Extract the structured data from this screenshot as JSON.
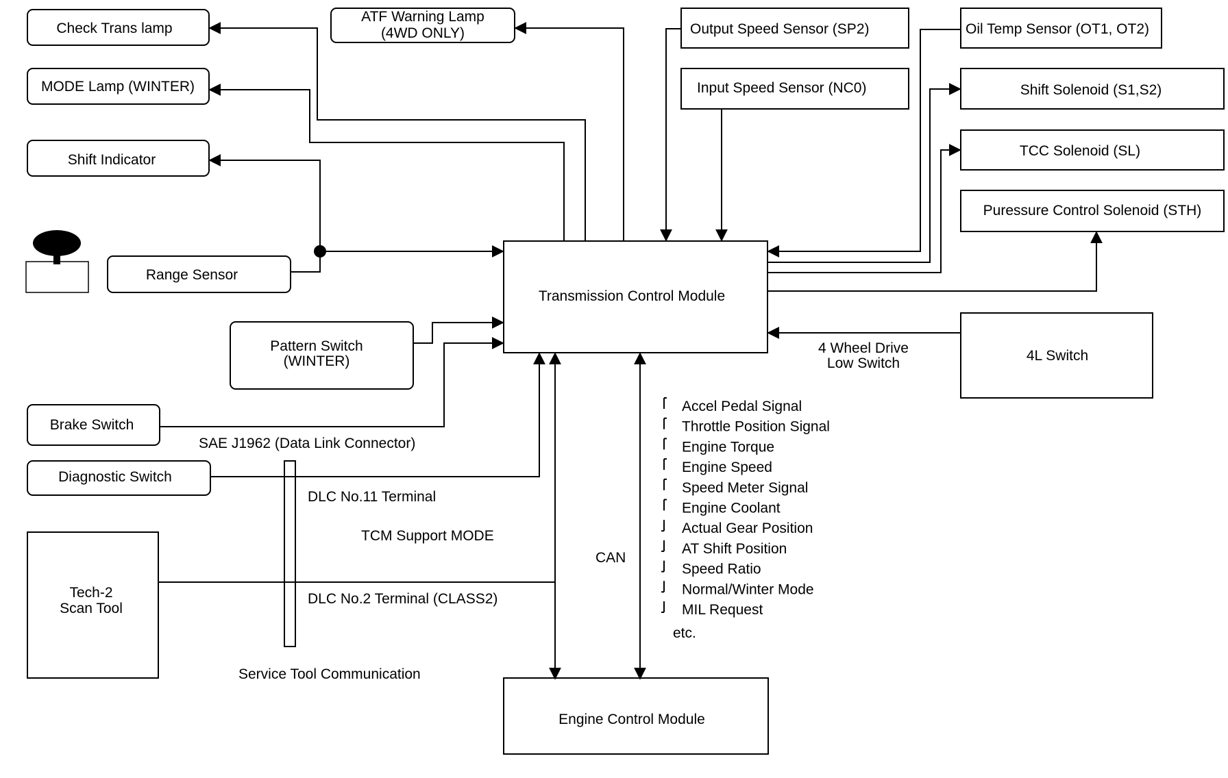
{
  "boxes": {
    "check_trans_lamp": "Check Trans lamp",
    "atf_warning_lamp": [
      "ATF Warning Lamp",
      "(4WD ONLY)"
    ],
    "mode_lamp": "MODE Lamp (WINTER)",
    "shift_indicator": "Shift Indicator",
    "range_sensor": "Range Sensor",
    "pattern_switch": [
      "Pattern Switch",
      "(WINTER)"
    ],
    "brake_switch": "Brake Switch",
    "diagnostic_switch": "Diagnostic Switch",
    "tech2_scan_tool": [
      "Tech-2",
      "Scan Tool"
    ],
    "output_speed_sensor": "Output Speed Sensor (SP2)",
    "input_speed_sensor": "Input Speed Sensor (NC0)",
    "oil_temp_sensor": "Oil Temp Sensor (OT1, OT2)",
    "shift_solenoid": "Shift Solenoid  (S1,S2)",
    "tcc_solenoid": "TCC Solenoid (SL)",
    "pressure_control_solenoid": "Puressure Control Solenoid (STH)",
    "tcm": "Transmission Control Module",
    "four_l_switch": "4L Switch",
    "ecm": "Engine Control Module"
  },
  "labels": {
    "four_wheel_drive": [
      "4 Wheel Drive",
      "Low Switch"
    ],
    "sae_j1962": "SAE J1962 (Data Link Connector)",
    "dlc_11": "DLC No.11 Terminal",
    "tcm_support": "TCM Support MODE",
    "dlc_2": "DLC No.2 Terminal (CLASS2)",
    "service_tool": "Service Tool Communication",
    "can": "CAN"
  },
  "can_signals": [
    {
      "dir": "up",
      "text": "Accel Pedal Signal"
    },
    {
      "dir": "up",
      "text": "Throttle Position Signal"
    },
    {
      "dir": "up",
      "text": "Engine Torque"
    },
    {
      "dir": "up",
      "text": "Engine Speed"
    },
    {
      "dir": "up",
      "text": "Speed Meter Signal"
    },
    {
      "dir": "up",
      "text": "Engine Coolant"
    },
    {
      "dir": "down",
      "text": "Actual Gear Position"
    },
    {
      "dir": "down",
      "text": "AT Shift Position"
    },
    {
      "dir": "down",
      "text": "Speed Ratio"
    },
    {
      "dir": "down",
      "text": "Normal/Winter Mode"
    },
    {
      "dir": "down",
      "text": "MIL Request"
    }
  ],
  "can_signals_etc": "etc."
}
